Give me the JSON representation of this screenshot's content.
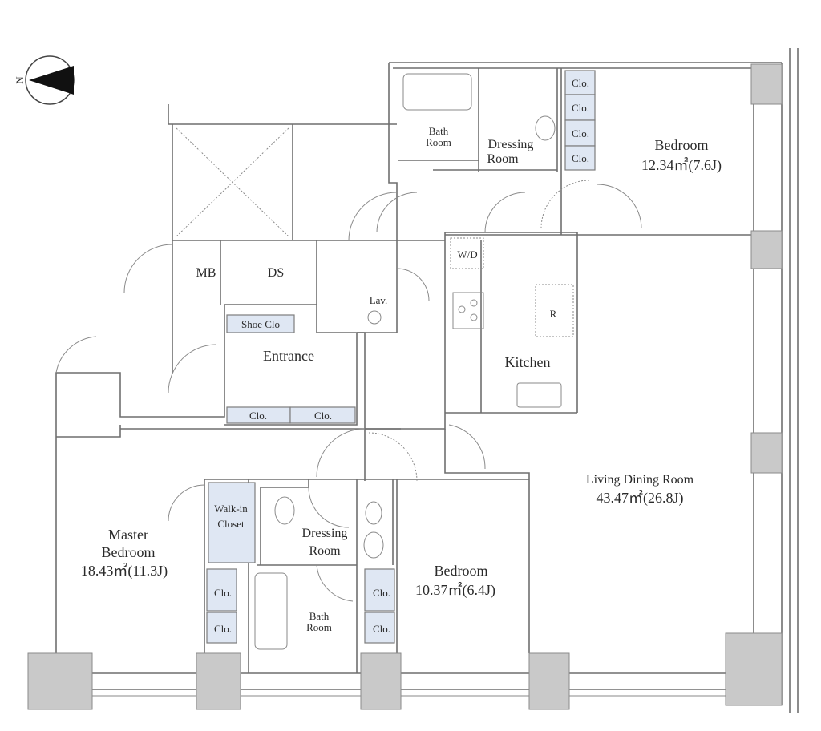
{
  "compass": {
    "north_label": "N"
  },
  "rooms": {
    "bath_top": [
      "Bath",
      "Room"
    ],
    "dressing_top": [
      "Dressing",
      "Room"
    ],
    "bedroom_top": {
      "name": "Bedroom",
      "area": "12.34㎡(7.6J)"
    },
    "clo_top": [
      "Clo.",
      "Clo.",
      "Clo.",
      "Clo."
    ],
    "mb": "MB",
    "ds": "DS",
    "lav": "Lav.",
    "shoe_clo": "Shoe Clo",
    "entrance": "Entrance",
    "entrance_clo": [
      "Clo.",
      "Clo."
    ],
    "wd": "W/D",
    "r": "R",
    "kitchen": "Kitchen",
    "ldr": {
      "name": "Living Dining Room",
      "area": "43.47㎡(26.8J)"
    },
    "master": {
      "name": [
        "Master",
        "Bedroom"
      ],
      "area": "18.43㎡(11.3J)"
    },
    "walkin": [
      "Walk-in",
      "Closet"
    ],
    "dressing_bottom": [
      "Dressing",
      "Room"
    ],
    "bath_bottom": [
      "Bath",
      "Room"
    ],
    "master_clo": [
      "Clo.",
      "Clo."
    ],
    "bedroom2_clo": [
      "Clo.",
      "Clo."
    ],
    "bedroom_bottom": {
      "name": "Bedroom",
      "area": "10.37㎡(6.4J)"
    }
  }
}
